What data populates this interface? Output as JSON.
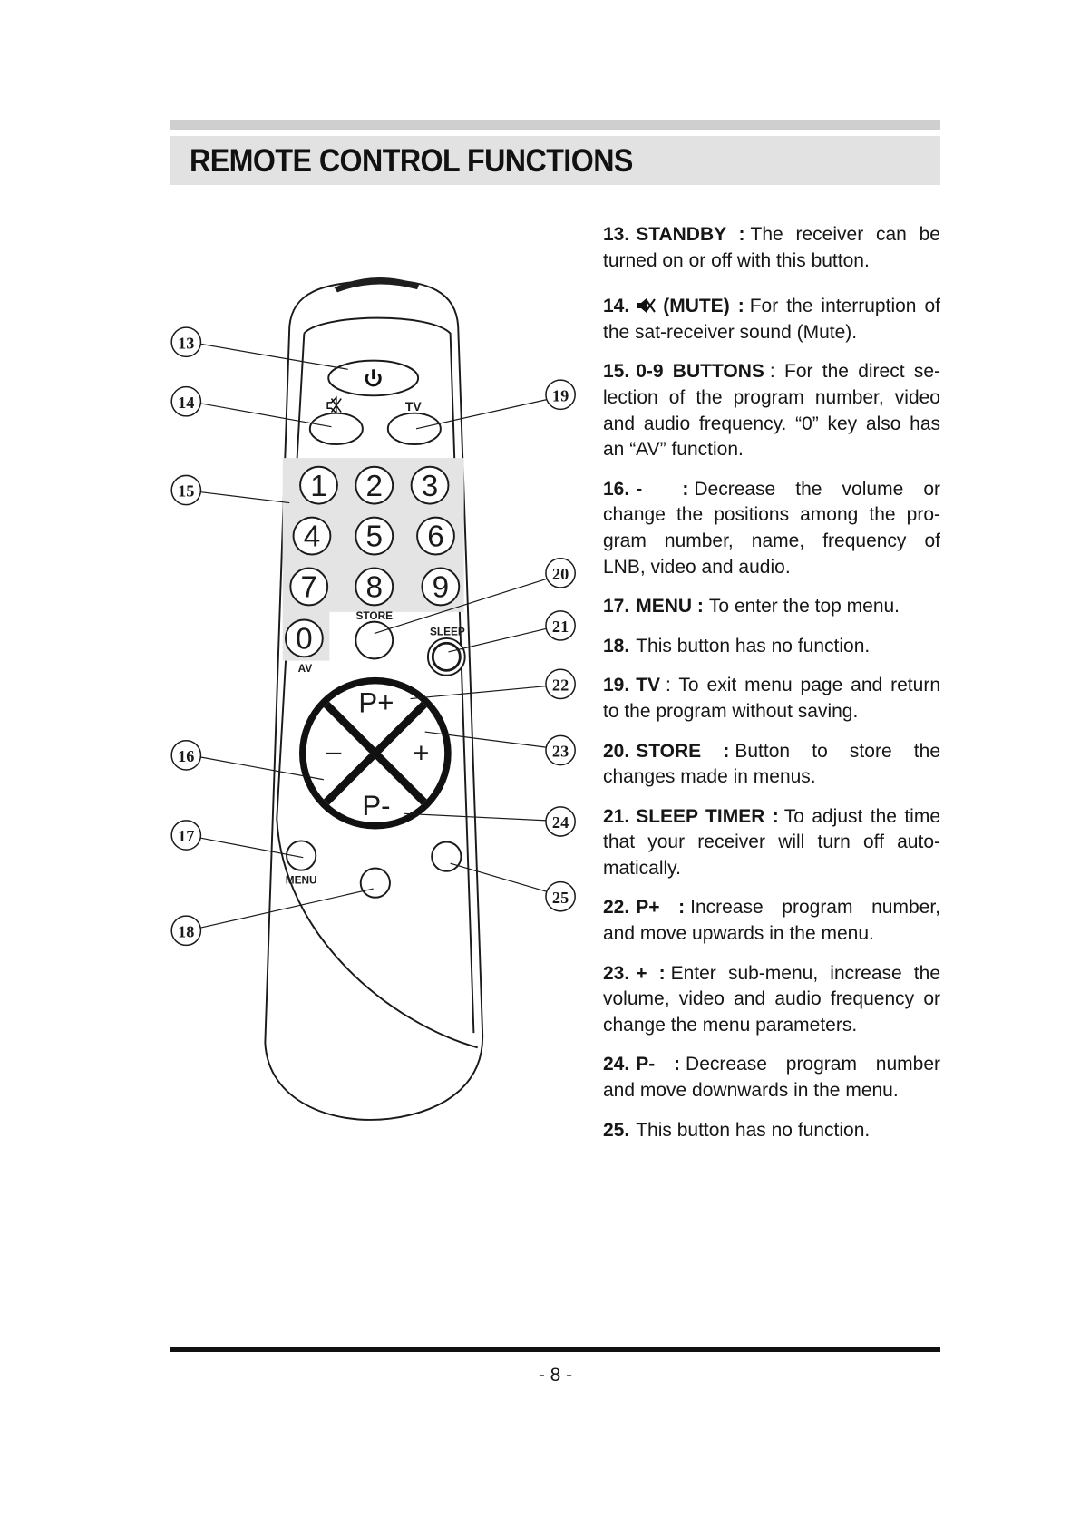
{
  "header": {
    "title": "REMOTE CONTROL FUNCTIONS"
  },
  "remote": {
    "standby_icon": "power-icon",
    "mute_icon": "mute-icon",
    "tv_label": "TV",
    "digits": [
      "1",
      "2",
      "3",
      "4",
      "5",
      "6",
      "7",
      "8",
      "9",
      "0"
    ],
    "store_label": "STORE",
    "sleep_label": "SLEEP",
    "av_label": "AV",
    "dpad": {
      "up": "P+",
      "left": "–",
      "right": "+",
      "down": "P-"
    },
    "menu_label": "MENU"
  },
  "callouts": [
    "13",
    "14",
    "15",
    "16",
    "17",
    "18",
    "19",
    "20",
    "21",
    "22",
    "23",
    "24",
    "25"
  ],
  "items": [
    {
      "num": "13.",
      "title": "STANDBY :",
      "lines": [
        "The receiver can be",
        "turned on or off with this button."
      ]
    },
    {
      "num": "14.",
      "icon": "mute-icon",
      "title": "(MUTE) :",
      "lines": [
        "For the interruption of",
        "the sat-receiver sound (Mute)."
      ]
    },
    {
      "num": "15.",
      "title": "0-9 BUTTONS",
      "lines": [
        ": For the direct se-",
        "lection of the program number, video",
        "and audio frequency. “0” key also has",
        "an “AV” function."
      ]
    },
    {
      "num": "16.",
      "title": "-  :",
      "lines": [
        "Decrease the volume or",
        "change the positions among the pro-",
        "gram number, name, frequency of",
        "LNB, video and audio."
      ]
    },
    {
      "num": "17.",
      "title": "MENU :",
      "lines": [
        "To enter the top menu."
      ]
    },
    {
      "num": "18.",
      "title": "",
      "lines": [
        "This button has no function."
      ]
    },
    {
      "num": "19.",
      "title": "TV",
      "lines": [
        ": To exit menu page and return",
        "to the program without saving."
      ]
    },
    {
      "num": "20.",
      "title": "STORE :",
      "lines": [
        "Button to store the",
        "changes made in menus."
      ]
    },
    {
      "num": "21.",
      "title": "SLEEP TIMER :",
      "lines": [
        "To adjust the time",
        "that your receiver will turn off auto-",
        "matically."
      ]
    },
    {
      "num": "22.",
      "title": "P+ :",
      "lines": [
        "Increase program number,",
        "and move upwards in the menu."
      ]
    },
    {
      "num": "23.",
      "title": "+ :",
      "lines": [
        "Enter sub-menu, increase the",
        "volume, video and audio frequency or",
        "change the menu parameters."
      ]
    },
    {
      "num": "24.",
      "title": "P- :",
      "lines": [
        "Decrease program number",
        "and move downwards in the menu."
      ]
    },
    {
      "num": "25.",
      "title": "",
      "lines": [
        "This button has no function."
      ]
    }
  ],
  "page_number": "- 8 -"
}
